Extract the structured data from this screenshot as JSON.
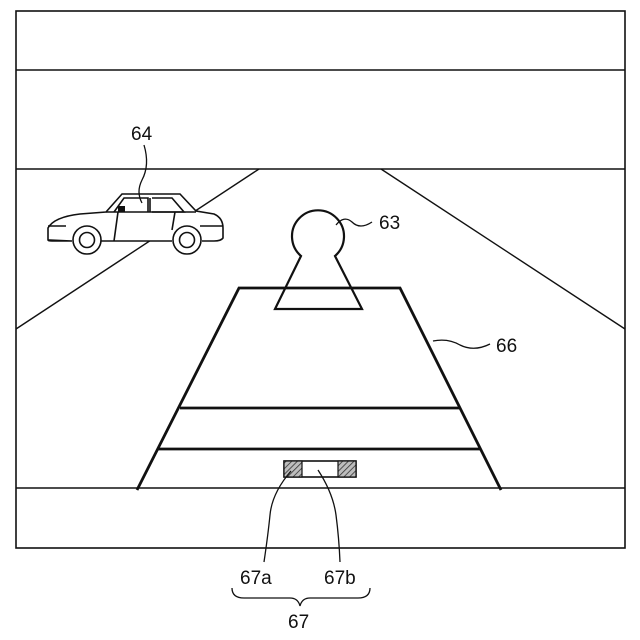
{
  "figure": {
    "labels": {
      "vehicle": "64",
      "driver_marker": "63",
      "guide_trapezoid": "66",
      "indicator_left_part": "67a",
      "indicator_right_part": "67b",
      "indicator_group": "67"
    },
    "colors": {
      "line": "#111111",
      "background": "#ffffff",
      "hatch": "#555555"
    }
  }
}
